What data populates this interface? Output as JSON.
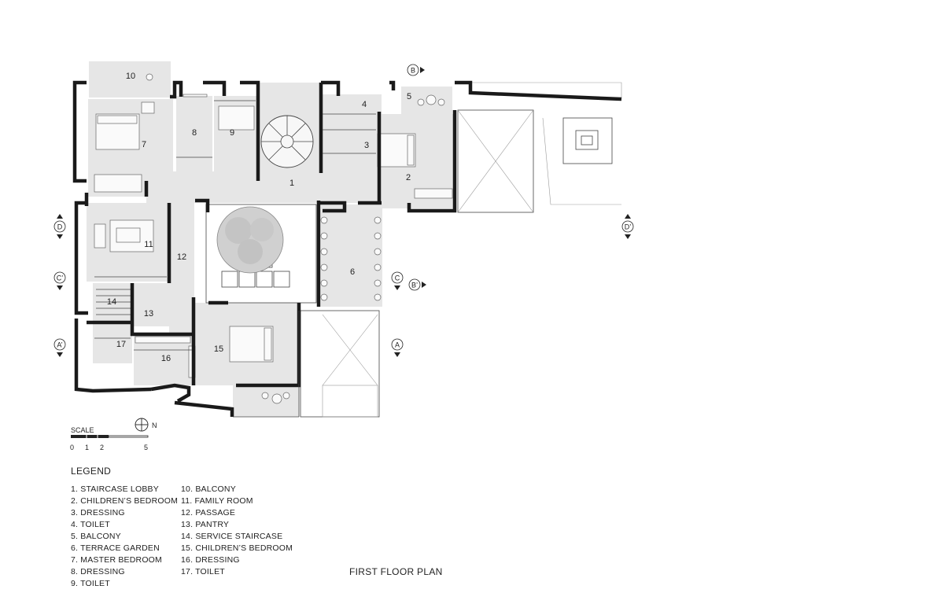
{
  "plan_title": "FIRST FLOOR PLAN",
  "scale": {
    "label": "SCALE",
    "ticks": [
      "0",
      "1",
      "2",
      "5"
    ]
  },
  "north": {
    "label": "N"
  },
  "legend": {
    "title": "LEGEND",
    "col1": [
      "1. STAIRCASE LOBBY",
      "2. CHILDREN’S BEDROOM",
      "3. DRESSING",
      "4. TOILET",
      "5. BALCONY",
      "6. TERRACE GARDEN",
      "7. MASTER BEDROOM",
      "8. DRESSING",
      "9. TOILET"
    ],
    "col2": [
      "10. BALCONY",
      "11. FAMILY ROOM",
      "12. PASSAGE",
      "13. PANTRY",
      "14. SERVICE STAIRCASE",
      "15. CHILDREN’S BEDROOM",
      "16. DRESSING",
      "17. TOILET"
    ]
  },
  "rooms": {
    "r1": "1",
    "r2": "2",
    "r3": "3",
    "r4": "4",
    "r5": "5",
    "r6": "6",
    "r7": "7",
    "r8": "8",
    "r9": "9",
    "r10": "10",
    "r11": "11",
    "r12": "12",
    "r13": "13",
    "r14": "14",
    "r15": "15",
    "r16": "16",
    "r17": "17"
  },
  "section_marks": {
    "B": "B",
    "B_prime": "B’",
    "A": "A",
    "A_prime": "A’",
    "C": "C",
    "C_prime": "C’",
    "D": "D",
    "D_prime": "D’"
  },
  "colors": {
    "wall": "#1a1a1a",
    "floor": "#e6e6e6",
    "line": "#999999"
  }
}
